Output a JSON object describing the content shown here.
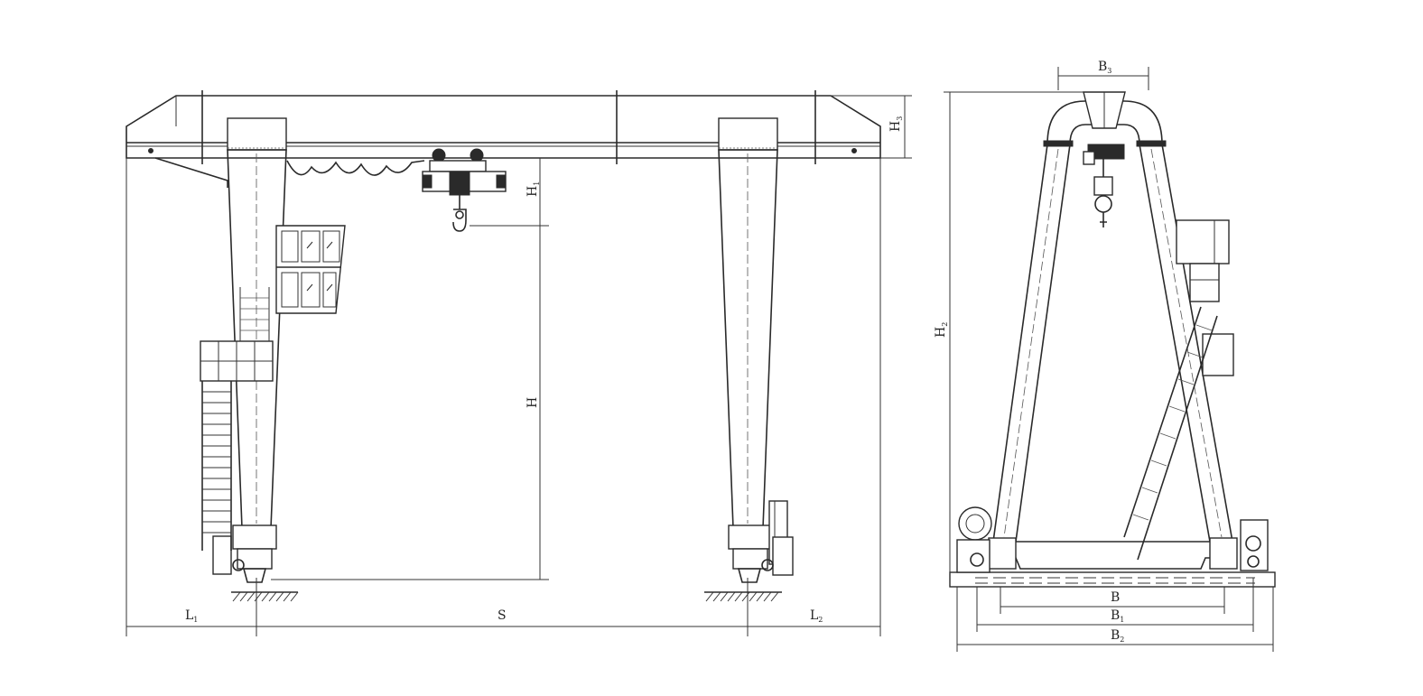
{
  "dimension_labels": {
    "L1": {
      "base": "L",
      "sub": "1"
    },
    "S": {
      "base": "S",
      "sub": ""
    },
    "L2": {
      "base": "L",
      "sub": "2"
    },
    "H": {
      "base": "H",
      "sub": ""
    },
    "H1": {
      "base": "H",
      "sub": "1"
    },
    "H2": {
      "base": "H",
      "sub": "2"
    },
    "H3": {
      "base": "H",
      "sub": "3"
    },
    "B": {
      "base": "B",
      "sub": ""
    },
    "B1": {
      "base": "B",
      "sub": "1"
    },
    "B2": {
      "base": "B",
      "sub": "2"
    },
    "B3": {
      "base": "B",
      "sub": "3"
    }
  },
  "colors": {
    "line": "#2a2a2a",
    "background": "#ffffff"
  }
}
